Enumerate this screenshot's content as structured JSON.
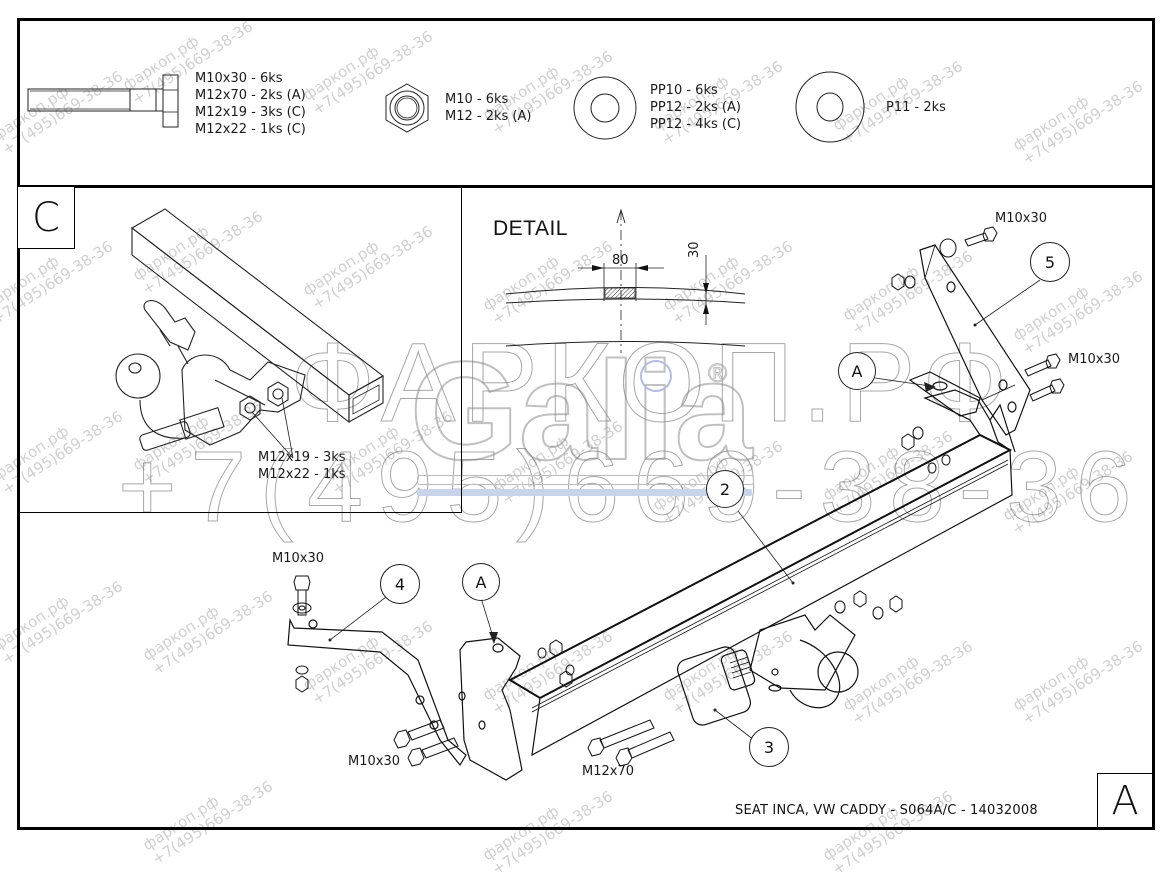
{
  "drawing": {
    "title_block": "SEAT INCA, VW CADDY - S064A/C - 14032008",
    "sheet_letter": "A",
    "section_c_letter": "C"
  },
  "hardware_legend": {
    "bolts": {
      "icon": "hex-bolt-icon",
      "items": [
        "M10x30 - 6ks",
        "M12x70 - 2ks (A)",
        "M12x19 - 3ks (C)",
        "M12x22 - 1ks (C)"
      ]
    },
    "nuts": {
      "icon": "hex-nut-icon",
      "items": [
        "M10 - 6ks",
        "M12 - 2ks (A)"
      ]
    },
    "flat_washers": {
      "icon": "flat-washer-icon",
      "items": [
        "PP10 - 6ks",
        "PP12 - 2ks (A)",
        "PP12 - 4ks (C)"
      ]
    },
    "large_washers": {
      "icon": "large-washer-icon",
      "items": [
        "P11 - 2ks"
      ]
    }
  },
  "section_c": {
    "label": "C",
    "bolt_note": [
      "M12x19 - 3ks",
      "M12x22 - 1ks"
    ]
  },
  "detail": {
    "title": "DETAIL",
    "width_dim": "80",
    "height_dim": "30"
  },
  "assembly": {
    "callouts": {
      "part2": "2",
      "part3": "3",
      "part4": "4",
      "part5": "5",
      "pointA_left": "A",
      "pointA_right": "A"
    },
    "labels": {
      "bolt_top_right": "M10x30",
      "bolt_mid_right": "M10x30",
      "bolt_top_left": "M10x30",
      "bolt_bottom_left": "M10x30",
      "bolt_ball": "M12x70"
    }
  },
  "watermark": {
    "line1": "фаркоп.рф",
    "line2": "+7(495)669-38-36",
    "big_text": "ФАРКОП.РФ",
    "big_phone": "+7(495)669-38-36",
    "logo": "Galia",
    "registered": "®"
  },
  "colors": {
    "ink": "#000000",
    "paper": "#ffffff",
    "watermark": "#8a8a8a",
    "logo_bar": "#c9d3ea"
  }
}
